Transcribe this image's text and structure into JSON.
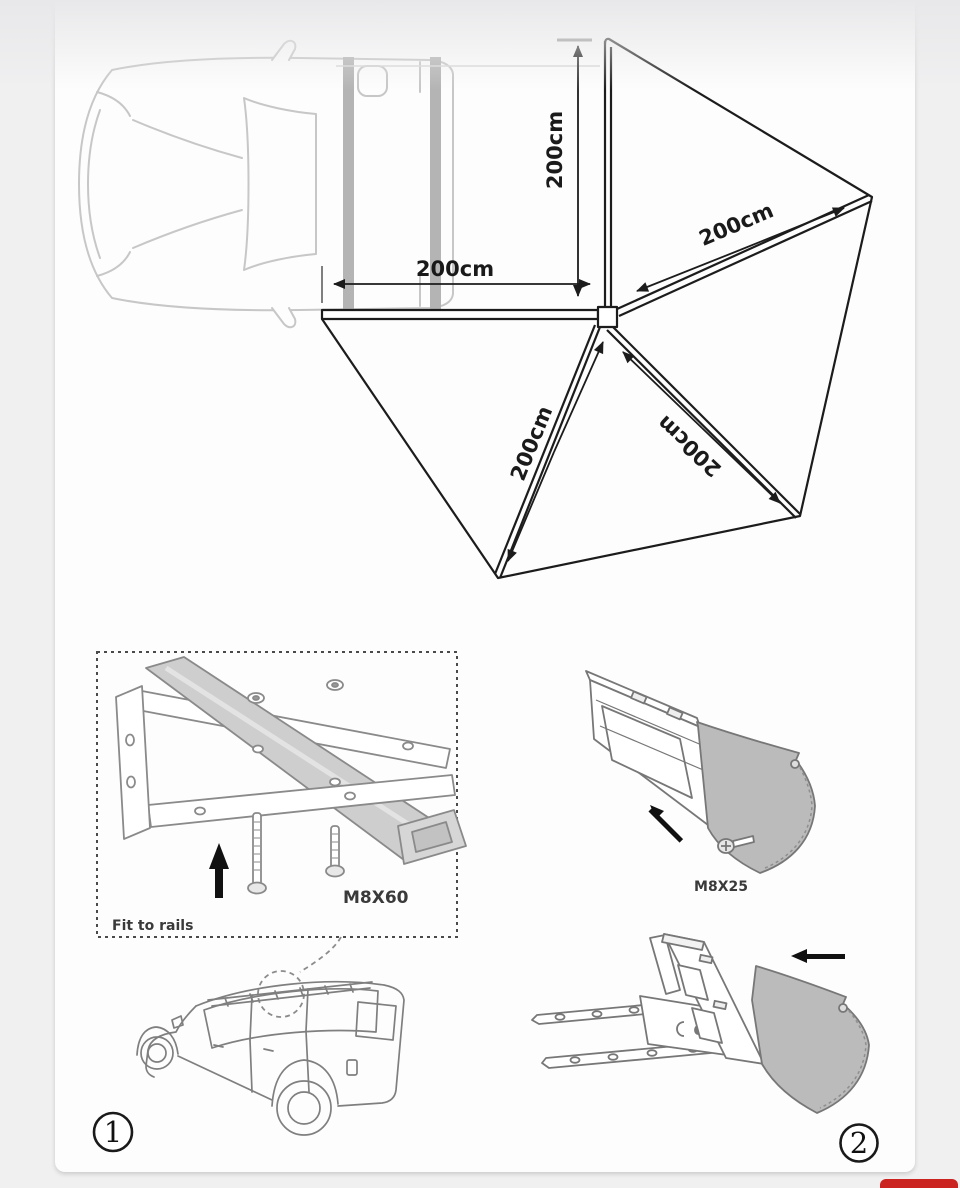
{
  "page": {
    "background_color": "#f0f0f1",
    "card_color": "#fdfdfd",
    "line_color": "#1c1c1c",
    "car_outline_color": "#c7c7c7",
    "gray_fill_color": "#bbbbbb",
    "accent_red": "#cb2320"
  },
  "awning_diagram": {
    "dim_vertical": "200cm",
    "dim_horizontal": "200cm",
    "dim_upper_right": "200cm",
    "dim_lower_left": "200cm",
    "dim_lower_right": "200cm"
  },
  "installation": {
    "step1": {
      "number": "1",
      "note": "Fit to rails",
      "bolt_label": "M8X60"
    },
    "step2": {
      "number": "2",
      "bolt_label": "M8X25"
    }
  }
}
